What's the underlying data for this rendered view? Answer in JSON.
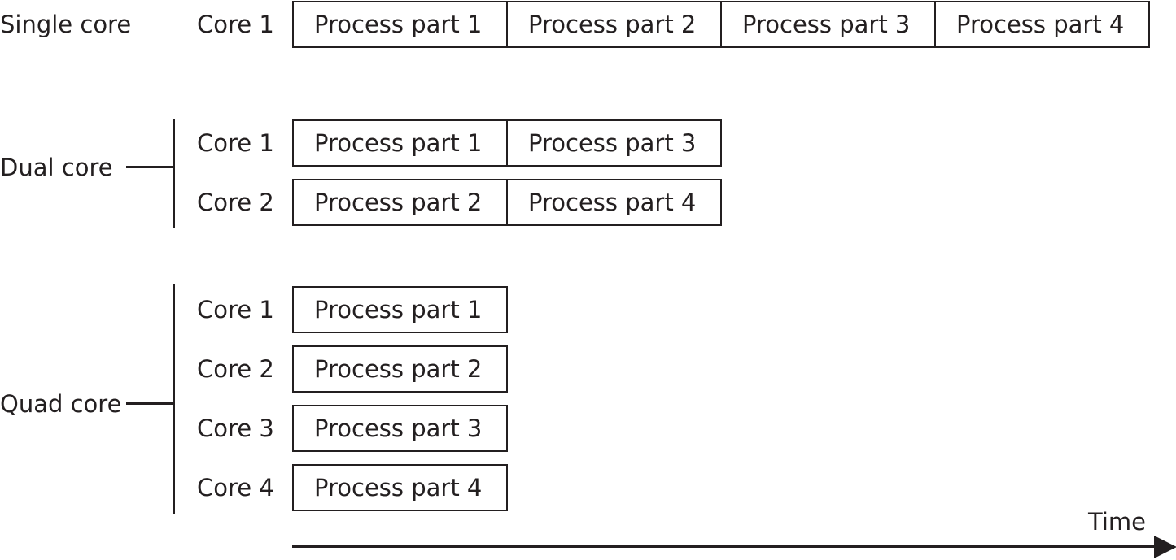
{
  "groups": {
    "single": {
      "label": "Single core",
      "cores": [
        {
          "label": "Core 1",
          "parts": [
            "Process part 1",
            "Process part 2",
            "Process part 3",
            "Process part 4"
          ]
        }
      ]
    },
    "dual": {
      "label": "Dual core",
      "cores": [
        {
          "label": "Core 1",
          "parts": [
            "Process part 1",
            "Process part 3"
          ]
        },
        {
          "label": "Core 2",
          "parts": [
            "Process part 2",
            "Process part 4"
          ]
        }
      ]
    },
    "quad": {
      "label": "Quad core",
      "cores": [
        {
          "label": "Core 1",
          "parts": [
            "Process part 1"
          ]
        },
        {
          "label": "Core 2",
          "parts": [
            "Process part 2"
          ]
        },
        {
          "label": "Core 3",
          "parts": [
            "Process part 3"
          ]
        },
        {
          "label": "Core 4",
          "parts": [
            "Process part 4"
          ]
        }
      ]
    }
  },
  "axis": {
    "label": "Time"
  }
}
